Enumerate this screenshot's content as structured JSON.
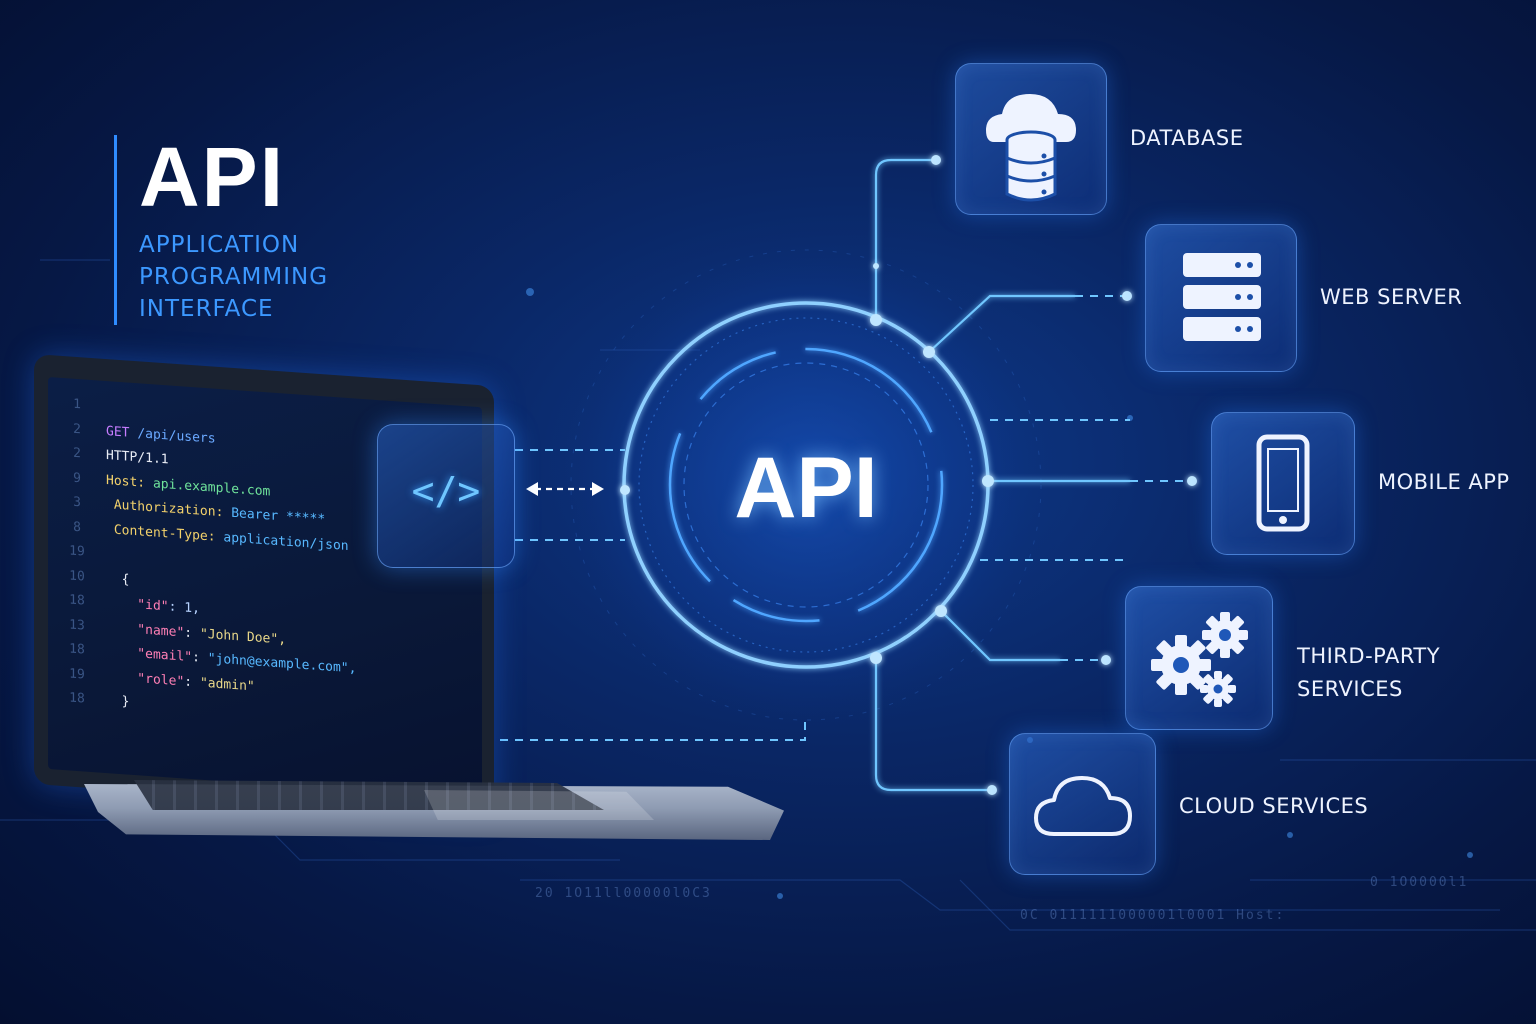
{
  "brand": {
    "title": "API",
    "subtitle_lines": [
      "APPLICATION",
      "PROGRAMMING",
      "INTERFACE"
    ]
  },
  "hub": {
    "label": "API"
  },
  "code_box": {
    "glyph": "</>"
  },
  "code_editor": {
    "lines": [
      {
        "num": "1",
        "parts": []
      },
      {
        "num": "2",
        "parts": [
          {
            "t": "GET ",
            "c": "k-verb"
          },
          {
            "t": "/api/users",
            "c": "k-path"
          }
        ]
      },
      {
        "num": "2",
        "parts": [
          {
            "t": "HTTP/1.1",
            "c": "k-plain"
          }
        ]
      },
      {
        "num": "9",
        "parts": [
          {
            "t": "Host: ",
            "c": "k-key"
          },
          {
            "t": "api.example.com",
            "c": "k-str"
          }
        ]
      },
      {
        "num": "3",
        "parts": [
          {
            "t": " Authorization: ",
            "c": "k-key"
          },
          {
            "t": "Bearer *****",
            "c": "k-val"
          }
        ]
      },
      {
        "num": "8",
        "parts": [
          {
            "t": " Content-Type: ",
            "c": "k-key"
          },
          {
            "t": "application/json",
            "c": "k-val"
          }
        ]
      },
      {
        "num": "19",
        "parts": []
      },
      {
        "num": "10",
        "parts": [
          {
            "t": "  {",
            "c": "k-plain"
          }
        ]
      },
      {
        "num": "18",
        "parts": [
          {
            "t": "    \"id\"",
            "c": "k-jkey"
          },
          {
            "t": ": 1,",
            "c": "k-num"
          }
        ]
      },
      {
        "num": "13",
        "parts": [
          {
            "t": "    \"name\"",
            "c": "k-jkey"
          },
          {
            "t": ": ",
            "c": "k-plain"
          },
          {
            "t": "\"John Doe\",",
            "c": "k-jstr"
          }
        ]
      },
      {
        "num": "18",
        "parts": [
          {
            "t": "    \"email\"",
            "c": "k-jkey"
          },
          {
            "t": ": ",
            "c": "k-plain"
          },
          {
            "t": "\"john@example.com\",",
            "c": "k-val"
          }
        ]
      },
      {
        "num": "19",
        "parts": [
          {
            "t": "    \"role\"",
            "c": "k-jkey"
          },
          {
            "t": ": ",
            "c": "k-plain"
          },
          {
            "t": "\"admin\"",
            "c": "k-jstr"
          }
        ]
      },
      {
        "num": "18",
        "parts": [
          {
            "t": "  }",
            "c": "k-plain"
          }
        ]
      }
    ]
  },
  "nodes": [
    {
      "id": "database",
      "icon": "cloud-database-icon",
      "label_lines": [
        "DATABASE"
      ]
    },
    {
      "id": "web-server",
      "icon": "server-rack-icon",
      "label_lines": [
        "WEB SERVER"
      ]
    },
    {
      "id": "mobile-app",
      "icon": "smartphone-icon",
      "label_lines": [
        "MOBILE APP"
      ]
    },
    {
      "id": "third-party-services",
      "icon": "gears-icon",
      "label_lines": [
        "THIRD-PARTY",
        "SERVICES"
      ]
    },
    {
      "id": "cloud-services",
      "icon": "cloud-icon",
      "label_lines": [
        "CLOUD SERVICES"
      ]
    }
  ],
  "decor": {
    "binary_1": "20 1O11ll00000l0C3",
    "binary_2": "0C 0111111000001l0001 Host:",
    "binary_3": "0 1O0000l1"
  },
  "colors": {
    "accent": "#2f8cff",
    "glow": "#6fc6ff",
    "background": "#0a2766",
    "text": "#ffffff"
  }
}
